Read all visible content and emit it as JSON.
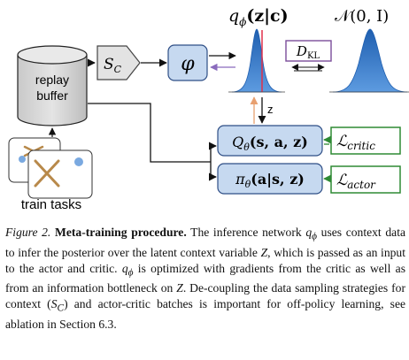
{
  "diagram": {
    "replay_buffer_label": "replay buffer",
    "train_tasks_label": "train tasks",
    "sampler_label": "S",
    "sampler_subscript": "C",
    "encoder_label": "φ",
    "posterior_label": "q",
    "posterior_subscript": "ϕ",
    "posterior_args": "(z|c)",
    "prior_label": "𝒩(0, I)",
    "kl_label": "D",
    "kl_subscript": "KL",
    "latent_label": "z",
    "critic_label": "Q",
    "critic_subscript": "θ",
    "critic_args": "(s, a, z)",
    "actor_label": "π",
    "actor_subscript": "θ",
    "actor_args": "(a|s, z)",
    "loss_critic_label": "ℒ",
    "loss_critic_subscript": "critic",
    "loss_actor_label": "ℒ",
    "loss_actor_subscript": "actor",
    "colors": {
      "box_blue_fill": "#c6d9f0",
      "box_blue_stroke": "#2f4f86",
      "gaussian_blue": "#2e74c5",
      "kl_purple": "#7b4d9a",
      "loss_green": "#2e8a34",
      "grad_orange": "#e8a070",
      "grad_purple": "#8a6bbd",
      "sample_red": "#e0304a",
      "cylinder_gray": "#d4d4d4",
      "dot_blue": "#7aa9e0"
    }
  },
  "caption": {
    "figure_label": "Figure 2.",
    "title": "Meta-training procedure.",
    "seg1": " The inference network ",
    "q": "q",
    "q_sub": "ϕ",
    "seg2": " uses context data to infer the posterior over the latent context variable ",
    "Z1": "Z",
    "seg3": ", which is passed as an input to the actor and critic. ",
    "q2": "q",
    "q2_sub": "ϕ",
    "seg4": " is optimized with gradients from the critic as well as from an information bottleneck on ",
    "Z2": "Z",
    "seg5": ". De-coupling the data sampling strategies for context (",
    "sc": "S",
    "sc_sub": "C",
    "seg6": ") and actor-critic batches is important for off-policy learning, see ablation in Section 6.3."
  }
}
